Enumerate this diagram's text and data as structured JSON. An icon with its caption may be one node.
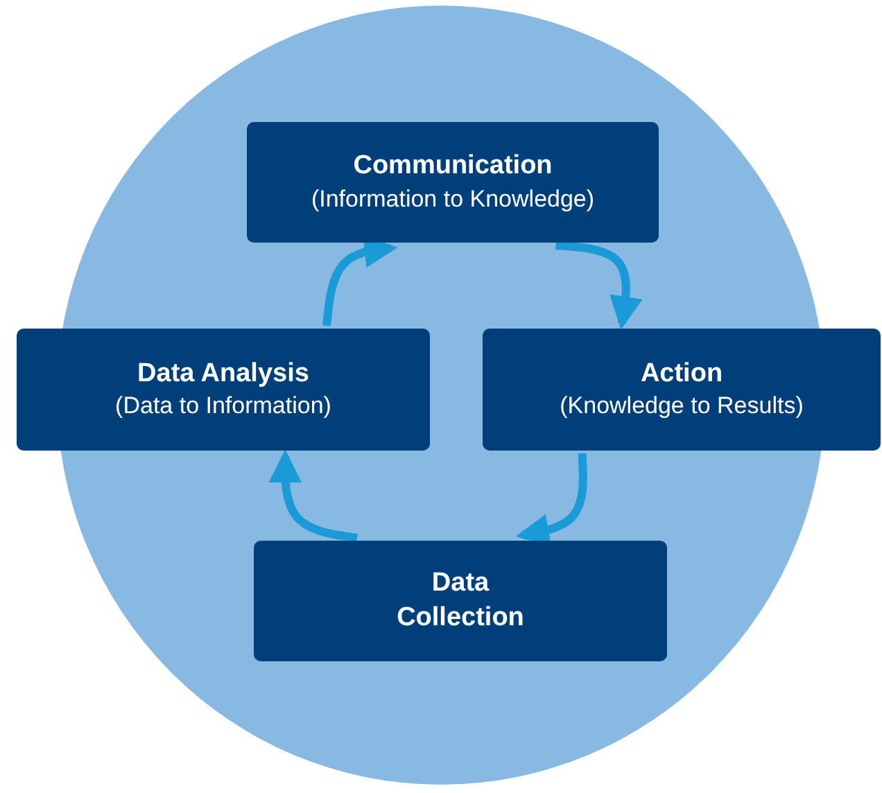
{
  "diagram": {
    "nodes": [
      {
        "text": [
          "Communication",
          "(Information to Knowledge)"
        ]
      },
      {
        "text": [
          "Data Analysis",
          "(Data to Information)"
        ]
      },
      {
        "text": [
          "Action",
          "(Knowledge to Results)"
        ]
      },
      {
        "text": [
          "Data Collection"
        ]
      }
    ],
    "edges": [
      {
        "from": 3,
        "to": 1,
        "arrow": "to"
      },
      {
        "from": 1,
        "to": 0,
        "arrow": "to"
      },
      {
        "from": 0,
        "to": 2,
        "arrow": "to"
      },
      {
        "from": 2,
        "to": 3,
        "arrow": "to"
      }
    ]
  }
}
